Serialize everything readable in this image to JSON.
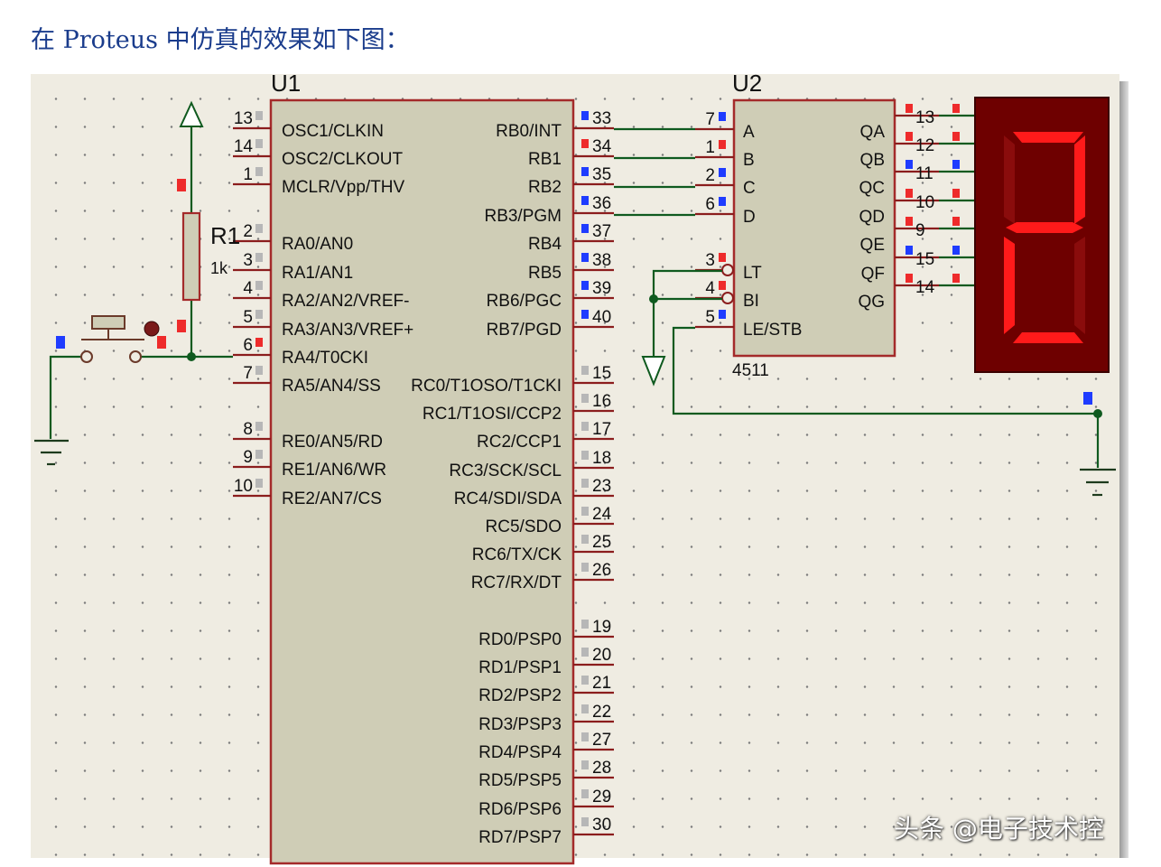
{
  "caption": "在 Proteus 中仿真的效果如下图：",
  "watermark": "头条 @电子技术控",
  "colors": {
    "chip_fill": "#cfcdb6",
    "chip_border": "#a42a2a",
    "wire": "#0f5a1f",
    "pin": "#8b1d1d",
    "segment_on": "#ff1a1a",
    "display_bg": "#6e0000",
    "pin_high": "#ee2b2b",
    "pin_low": "#1f3cff"
  },
  "u1": {
    "ref": "U1",
    "left_pins": [
      {
        "num": "13",
        "name": "OSC1/CLKIN",
        "state": "none"
      },
      {
        "num": "14",
        "name": "OSC2/CLKOUT",
        "state": "none"
      },
      {
        "num": "1",
        "name": "MCLR/Vpp/THV",
        "state": "none"
      },
      {
        "num": "2",
        "name": "RA0/AN0",
        "state": "none"
      },
      {
        "num": "3",
        "name": "RA1/AN1",
        "state": "none"
      },
      {
        "num": "4",
        "name": "RA2/AN2/VREF-",
        "state": "none"
      },
      {
        "num": "5",
        "name": "RA3/AN3/VREF+",
        "state": "none"
      },
      {
        "num": "6",
        "name": "RA4/T0CKI",
        "state": "high"
      },
      {
        "num": "7",
        "name": "RA5/AN4/SS",
        "state": "none"
      },
      {
        "num": "8",
        "name": "RE0/AN5/RD",
        "state": "none"
      },
      {
        "num": "9",
        "name": "RE1/AN6/WR",
        "state": "none"
      },
      {
        "num": "10",
        "name": "RE2/AN7/CS",
        "state": "none"
      }
    ],
    "right_pins": [
      {
        "num": "33",
        "name": "RB0/INT",
        "state": "low"
      },
      {
        "num": "34",
        "name": "RB1",
        "state": "high"
      },
      {
        "num": "35",
        "name": "RB2",
        "state": "low"
      },
      {
        "num": "36",
        "name": "RB3/PGM",
        "state": "low"
      },
      {
        "num": "37",
        "name": "RB4",
        "state": "low"
      },
      {
        "num": "38",
        "name": "RB5",
        "state": "low"
      },
      {
        "num": "39",
        "name": "RB6/PGC",
        "state": "low"
      },
      {
        "num": "40",
        "name": "RB7/PGD",
        "state": "low"
      },
      {
        "num": "15",
        "name": "RC0/T1OSO/T1CKI",
        "state": "none"
      },
      {
        "num": "16",
        "name": "RC1/T1OSI/CCP2",
        "state": "none"
      },
      {
        "num": "17",
        "name": "RC2/CCP1",
        "state": "none"
      },
      {
        "num": "18",
        "name": "RC3/SCK/SCL",
        "state": "none"
      },
      {
        "num": "23",
        "name": "RC4/SDI/SDA",
        "state": "none"
      },
      {
        "num": "24",
        "name": "RC5/SDO",
        "state": "none"
      },
      {
        "num": "25",
        "name": "RC6/TX/CK",
        "state": "none"
      },
      {
        "num": "26",
        "name": "RC7/RX/DT",
        "state": "none"
      },
      {
        "num": "19",
        "name": "RD0/PSP0",
        "state": "none"
      },
      {
        "num": "20",
        "name": "RD1/PSP1",
        "state": "none"
      },
      {
        "num": "21",
        "name": "RD2/PSP2",
        "state": "none"
      },
      {
        "num": "22",
        "name": "RD3/PSP3",
        "state": "none"
      },
      {
        "num": "27",
        "name": "RD4/PSP4",
        "state": "none"
      },
      {
        "num": "28",
        "name": "RD5/PSP5",
        "state": "none"
      },
      {
        "num": "29",
        "name": "RD6/PSP6",
        "state": "none"
      },
      {
        "num": "30",
        "name": "RD7/PSP7",
        "state": "none"
      }
    ]
  },
  "u2": {
    "ref": "U2",
    "part": "4511",
    "left_pins": [
      {
        "num": "7",
        "name": "A",
        "state": "low"
      },
      {
        "num": "1",
        "name": "B",
        "state": "high"
      },
      {
        "num": "2",
        "name": "C",
        "state": "low"
      },
      {
        "num": "6",
        "name": "D",
        "state": "low"
      },
      {
        "num": "3",
        "name": "LT",
        "state": "high"
      },
      {
        "num": "4",
        "name": "BI",
        "state": "high"
      },
      {
        "num": "5",
        "name": "LE/STB",
        "state": "low"
      }
    ],
    "right_pins": [
      {
        "num": "13",
        "name": "QA",
        "state": "high"
      },
      {
        "num": "12",
        "name": "QB",
        "state": "high"
      },
      {
        "num": "11",
        "name": "QC",
        "state": "low"
      },
      {
        "num": "10",
        "name": "QD",
        "state": "high"
      },
      {
        "num": "9",
        "name": "QE",
        "state": "high"
      },
      {
        "num": "15",
        "name": "QF",
        "state": "low"
      },
      {
        "num": "14",
        "name": "QG",
        "state": "high"
      }
    ]
  },
  "r1": {
    "ref": "R1",
    "value": "1k"
  },
  "display": {
    "digit": "2",
    "segments": {
      "a": true,
      "b": true,
      "c": false,
      "d": true,
      "e": true,
      "f": false,
      "g": true
    }
  }
}
